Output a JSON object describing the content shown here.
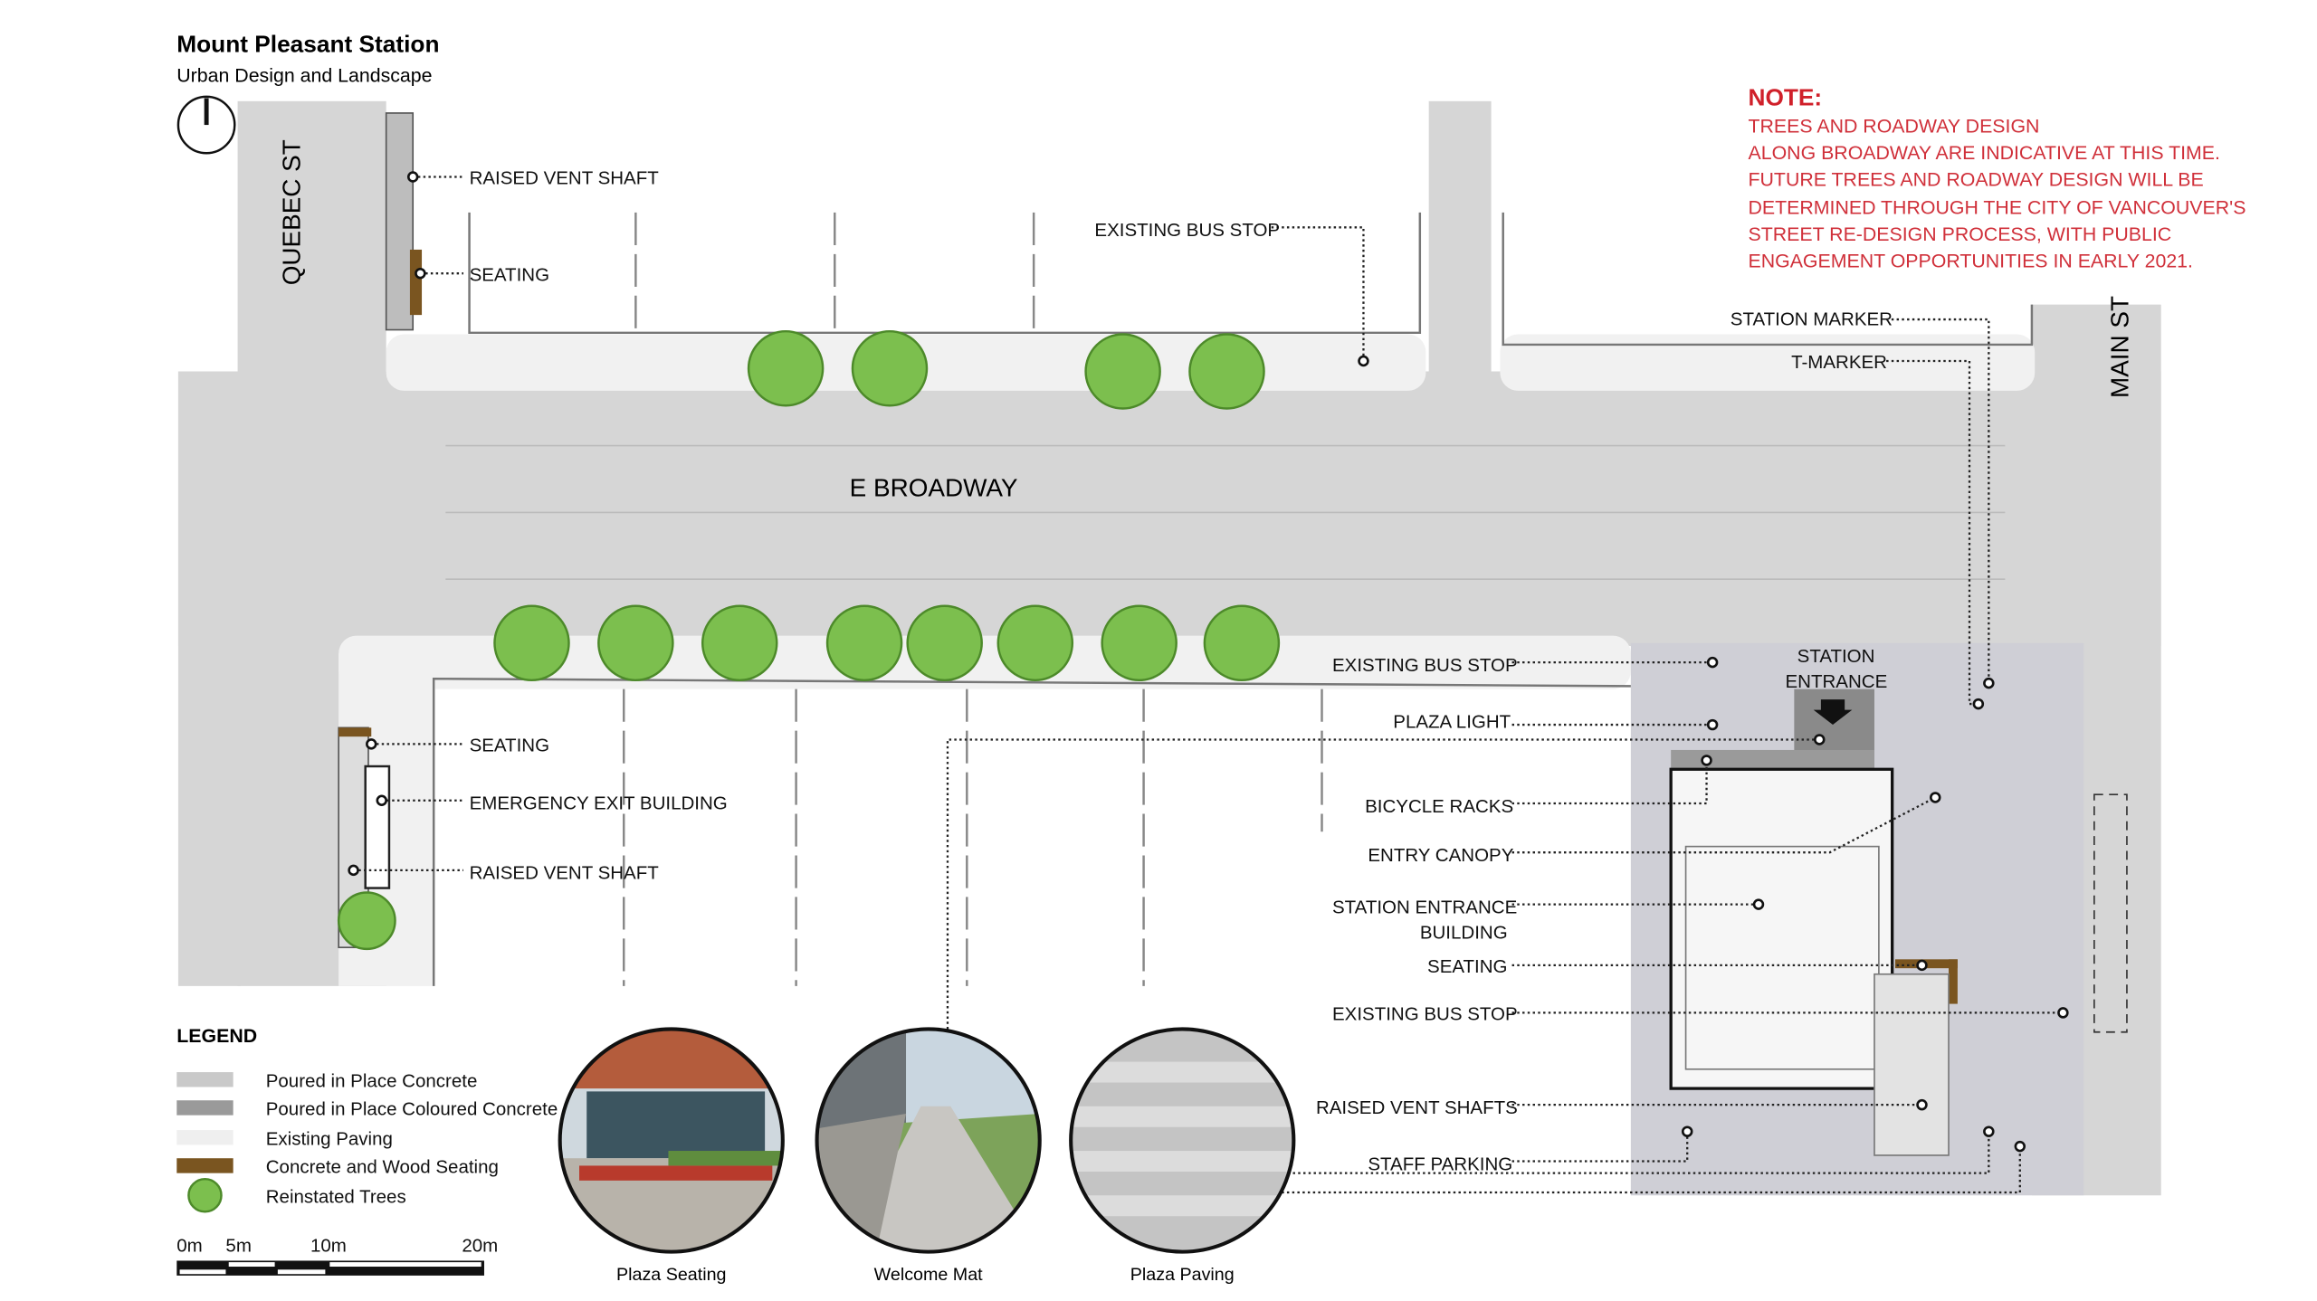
{
  "header": {
    "title": "Mount Pleasant Station",
    "subtitle": "Urban Design and Landscape"
  },
  "streets": {
    "quebec": "QUEBEC ST",
    "broadway": "E BROADWAY",
    "main": "MAIN ST"
  },
  "note": {
    "heading": "NOTE:",
    "lines": [
      "TREES AND ROADWAY DESIGN",
      "ALONG BROADWAY ARE INDICATIVE AT THIS TIME.",
      "FUTURE TREES AND ROADWAY DESIGN WILL BE",
      "DETERMINED THROUGH THE CITY OF VANCOUVER'S",
      "STREET RE-DESIGN PROCESS, WITH PUBLIC",
      "ENGAGEMENT OPPORTUNITIES IN EARLY 2021."
    ]
  },
  "labels": {
    "raised_vent_shaft_n": "RAISED VENT SHAFT",
    "seating_n": "SEATING",
    "existing_bus_stop_n": "EXISTING BUS STOP",
    "station_marker": "STATION MARKER",
    "t_marker": "T-MARKER",
    "seating_w": "SEATING",
    "emergency_exit": "EMERGENCY EXIT BUILDING",
    "raised_vent_shaft_w": "RAISED VENT SHAFT",
    "existing_bus_stop_s": "EXISTING BUS STOP",
    "station_entrance_1": "STATION",
    "station_entrance_2": "ENTRANCE",
    "plaza_light": "PLAZA LIGHT",
    "bicycle_racks": "BICYCLE RACKS",
    "entry_canopy": "ENTRY CANOPY",
    "station_building_1": "STATION ENTRANCE",
    "station_building_2": "BUILDING",
    "seating_e": "SEATING",
    "existing_bus_stop_e": "EXISTING BUS STOP",
    "raised_vent_shafts": "RAISED VENT SHAFTS",
    "staff_parking": "STAFF PARKING"
  },
  "legend": {
    "title": "LEGEND",
    "items": [
      {
        "label": "Poured in Place Concrete",
        "color": "#c9c9c9"
      },
      {
        "label": "Poured in Place Coloured Concrete",
        "color": "#9a9a9a"
      },
      {
        "label": "Existing Paving",
        "color": "#efefef"
      },
      {
        "label": "Concrete and Wood Seating",
        "color": "#7a5520"
      },
      {
        "label": "Reinstated Trees",
        "color": "#5fae3a"
      }
    ]
  },
  "scale": {
    "ticks": [
      "0m",
      "5m",
      "10m",
      "20m"
    ]
  },
  "photos": [
    {
      "caption": "Plaza Seating"
    },
    {
      "caption": "Welcome Mat"
    },
    {
      "caption": "Plaza Paving"
    }
  ]
}
